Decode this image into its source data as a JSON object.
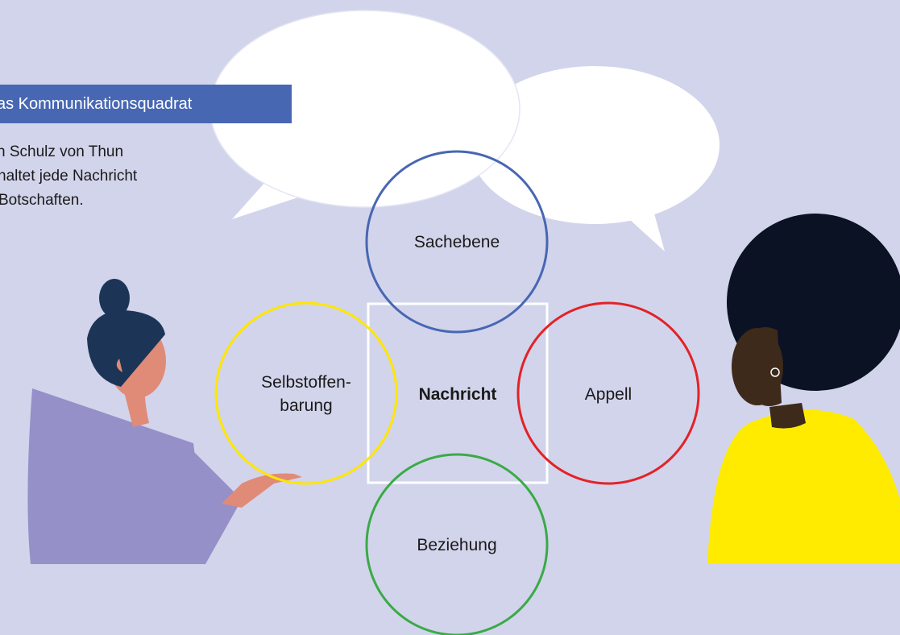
{
  "title": "as Kommunikationsquadrat",
  "intro_lines": [
    "n Schulz von Thun",
    "haltet jede Nachricht",
    "Botschaften."
  ],
  "center_label": "Nachricht",
  "sides": {
    "top": {
      "label": "Sachebene",
      "color": "#4767b3"
    },
    "left": {
      "label_line1": "Selbstoffen-",
      "label_line2": "barung",
      "color": "#ffe600"
    },
    "right": {
      "label": "Appell",
      "color": "#e32227"
    },
    "bottom": {
      "label": "Beziehung",
      "color": "#3aaa47"
    }
  },
  "colors": {
    "background": "#d2d4eb",
    "title_bar": "#4767b3",
    "speech_bubble": "#ffffff",
    "left_person_jacket": "#9590c8",
    "left_person_skin": "#e08a78",
    "left_person_hair": "#1c3557",
    "right_person_shirt": "#ffeb00",
    "right_person_skin": "#3e2a1a",
    "right_person_hair": "#0b1224"
  }
}
